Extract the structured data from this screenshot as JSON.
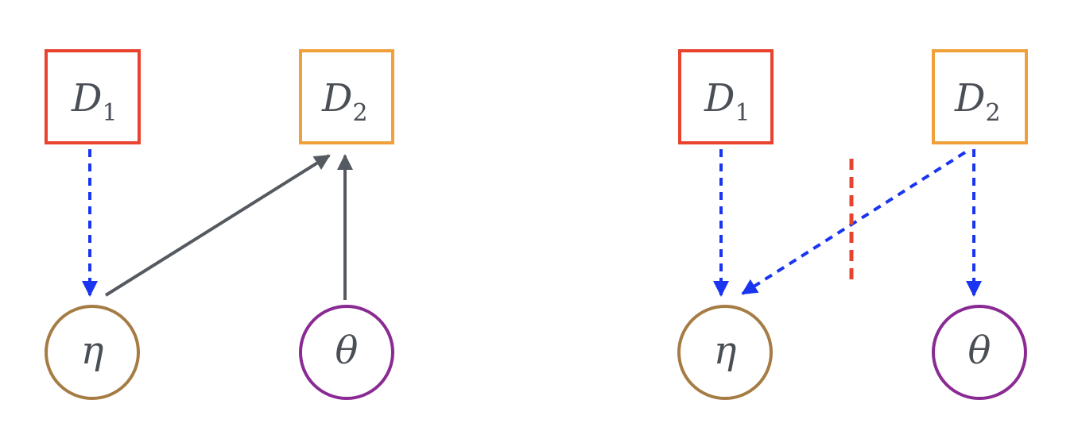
{
  "colors": {
    "d1": "#e8432e",
    "d2": "#f0a03a",
    "eta": "#a67c45",
    "theta": "#8a2a93",
    "solid_edge": "#555a60",
    "dashed_edge": "#1a35f0",
    "cut_mark": "#e8432e",
    "label_text": "#4a4f56"
  },
  "left_panel": {
    "d1": {
      "main": "D",
      "sub": "1"
    },
    "d2": {
      "main": "D",
      "sub": "2"
    },
    "eta": {
      "label": "η"
    },
    "theta": {
      "label": "θ"
    }
  },
  "right_panel": {
    "d1": {
      "main": "D",
      "sub": "1"
    },
    "d2": {
      "main": "D",
      "sub": "2"
    },
    "eta": {
      "label": "η"
    },
    "theta": {
      "label": "θ"
    }
  }
}
